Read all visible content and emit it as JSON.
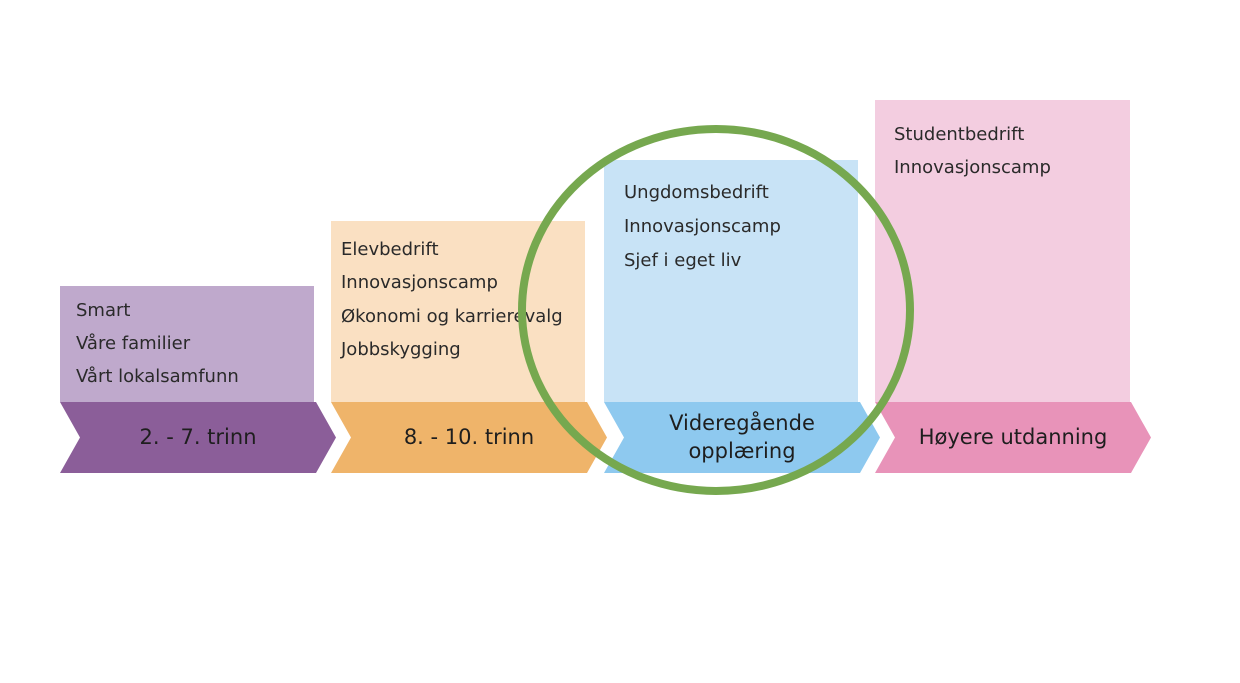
{
  "stages": [
    {
      "label": "2. - 7. trinn",
      "items": [
        "Smart",
        "Våre familier",
        "Vårt lokalsamfunn"
      ],
      "panel_color": "#bfa9cc",
      "arrow_color": "#8b5e99"
    },
    {
      "label": "8. - 10. trinn",
      "items": [
        "Elevbedrift",
        "Innovasjonscamp",
        "Økonomi og karrierevalg",
        "Jobbskygging"
      ],
      "panel_color": "#fae0c2",
      "arrow_color": "#efb46a"
    },
    {
      "label_line1": "Videregående",
      "label_line2": "opplæring",
      "items": [
        "Ungdomsbedrift",
        "Innovasjonscamp",
        "Sjef i eget liv"
      ],
      "panel_color": "#c8e3f6",
      "arrow_color": "#8ec9ef"
    },
    {
      "label": "Høyere utdanning",
      "items": [
        "Studentbedrift",
        "Innovasjonscamp"
      ],
      "panel_color": "#f3cde0",
      "arrow_color": "#e893b9"
    }
  ],
  "highlight": {
    "target": "Videregående opplæring",
    "color": "#76a84f"
  }
}
